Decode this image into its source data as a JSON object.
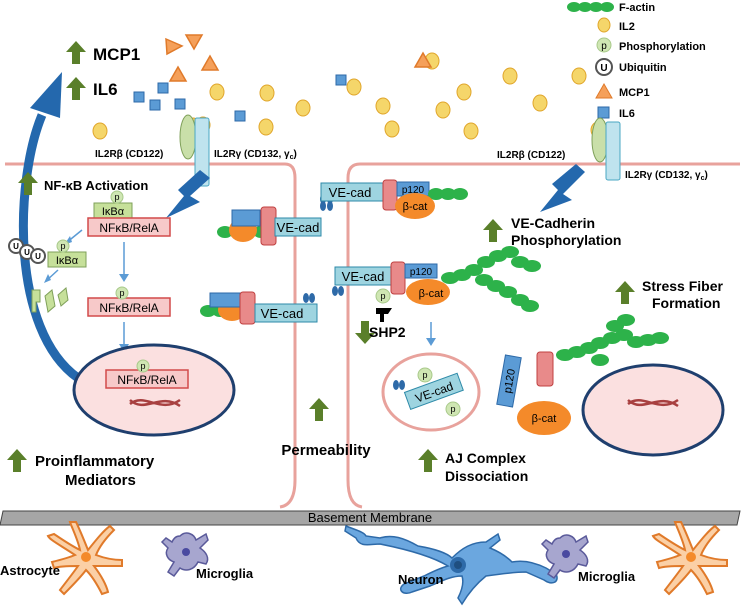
{
  "legend": {
    "items": [
      {
        "label": "F-actin",
        "icon": "f-actin-icon"
      },
      {
        "label": "IL2",
        "icon": "il2-dot-icon"
      },
      {
        "label": "Phosphorylation",
        "icon": "phospho-p-icon"
      },
      {
        "label": "Ubiquitin",
        "icon": "ubiquitin-u-icon"
      },
      {
        "label": "MCP1",
        "icon": "mcp1-triangle-icon"
      },
      {
        "label": "IL6",
        "icon": "il6-square-icon"
      }
    ],
    "p_glyph": "p",
    "u_glyph": "U"
  },
  "receptor_left": {
    "beta": "IL2Rβ (CD122)",
    "gamma": "IL2Rγ (CD132, γ",
    "gamma_sub": "c",
    "gamma_close": ")"
  },
  "receptor_right": {
    "beta": "IL2Rβ (CD122)",
    "gamma": "IL2Rγ (CD132, γ",
    "gamma_sub": "c",
    "gamma_close": ")"
  },
  "left_cell": {
    "mcp1": "MCP1",
    "il6": "IL6",
    "nfkb_activation": "NF-κB Activation",
    "ikba": "IκBα",
    "ikba_ub": "IκBα",
    "nfkb_1": "NFκB/RelA",
    "nfkb_2": "NFκB/RelA",
    "nfkb_3": "NFκB/RelA",
    "proinflammatory_1": "Proinflammatory",
    "proinflammatory_2": "Mediators"
  },
  "junction": {
    "vecad_1": "VE-cad",
    "vecad_2": "VE-cad",
    "vecad_3": "VE-cad",
    "vecad_4": "VE-cad",
    "vecad_5": "VE-cad",
    "p120_1": "p120",
    "p120_2": "p120",
    "p120_3": "p120",
    "bcat_1": "β-cat",
    "bcat_2": "β-cat",
    "bcat_3": "β-cat",
    "shp2": "SHP2",
    "permeability": "Permeability"
  },
  "right_cell": {
    "vecad_phos_1": "VE-Cadherin",
    "vecad_phos_2": "Phosphorylation",
    "stress_1": "Stress Fiber",
    "stress_2": "Formation",
    "aj_1": "AJ Complex",
    "aj_2": "Dissociation"
  },
  "basement": "Basement Membrane",
  "cells_below": {
    "astrocyte": "Astrocyte",
    "microglia_1": "Microglia",
    "neuron": "Neuron",
    "microglia_2": "Microglia"
  },
  "colors": {
    "membrane": "#e8a29c",
    "green_arrow": "#5a7f2a",
    "blue_arrow": "#2468ad",
    "il2": "#f5d66a",
    "mcp1": "#f5a05a",
    "il6": "#5b9bd5",
    "fiber": "#2db24a",
    "vecad": "#9ed4e0",
    "bcat": "#f48a2a",
    "nucleus": "#fbe0e0",
    "nfkb": "#f6b5b5"
  }
}
